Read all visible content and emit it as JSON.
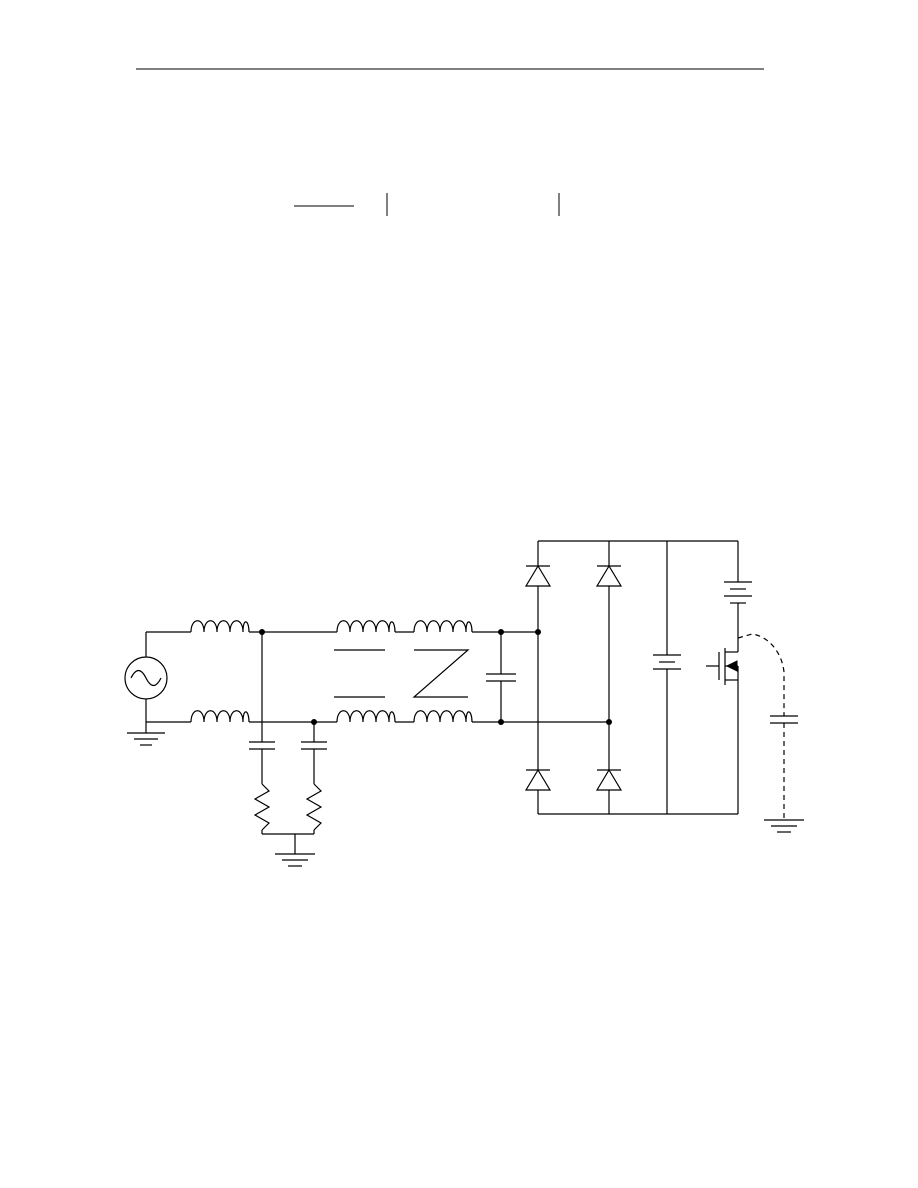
{
  "page": {
    "header_rule": true,
    "equation_fragment": {
      "has_fraction_bar": true,
      "vertical_bars": 2
    }
  },
  "diagram": {
    "kind": "circuit-schematic",
    "colors": {
      "ink": "#000000",
      "background": "#ffffff"
    },
    "components": [
      {
        "type": "ac-source",
        "count": 1
      },
      {
        "type": "inductor",
        "count": 6
      },
      {
        "type": "capacitor",
        "count": 5
      },
      {
        "type": "resistor",
        "count": 2
      },
      {
        "type": "diode",
        "count": 4
      },
      {
        "type": "battery",
        "count": 2
      },
      {
        "type": "mosfet",
        "count": 1
      },
      {
        "type": "ground",
        "count": 3
      },
      {
        "type": "parasitic-capacitor",
        "count": 1,
        "connection": "dashed"
      }
    ]
  }
}
